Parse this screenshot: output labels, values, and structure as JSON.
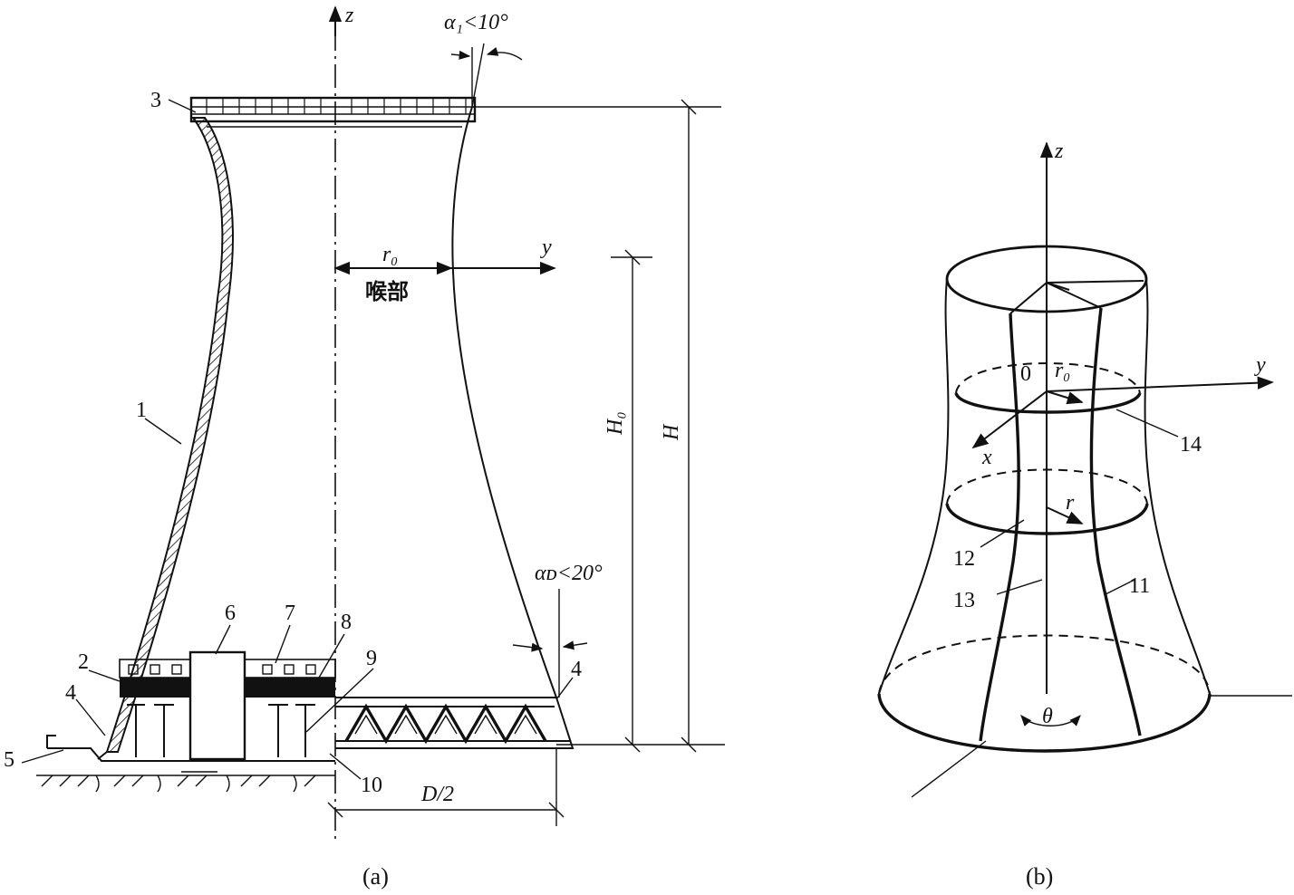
{
  "figure_a": {
    "axis_z": "z",
    "axis_y": "y",
    "throat_radius": "r",
    "throat_radius_sub": "0",
    "throat_label": "喉部",
    "top_angle": "α₁<10°",
    "bottom_angle": "αᴅ<20°",
    "height_throat": "H₀",
    "height_total": "H",
    "half_diameter": "D/2",
    "part_labels": [
      "1",
      "2",
      "3",
      "4",
      "4",
      "5",
      "6",
      "7",
      "8",
      "9",
      "10"
    ],
    "caption": "(a)"
  },
  "figure_b": {
    "axis_z": "z",
    "axis_y": "y",
    "axis_x": "x",
    "origin": "0",
    "throat_radius": "r",
    "throat_radius_sub": "0",
    "radius": "r",
    "angle": "θ",
    "part_labels": [
      "11",
      "12",
      "13",
      "14"
    ],
    "caption": "(b)"
  }
}
